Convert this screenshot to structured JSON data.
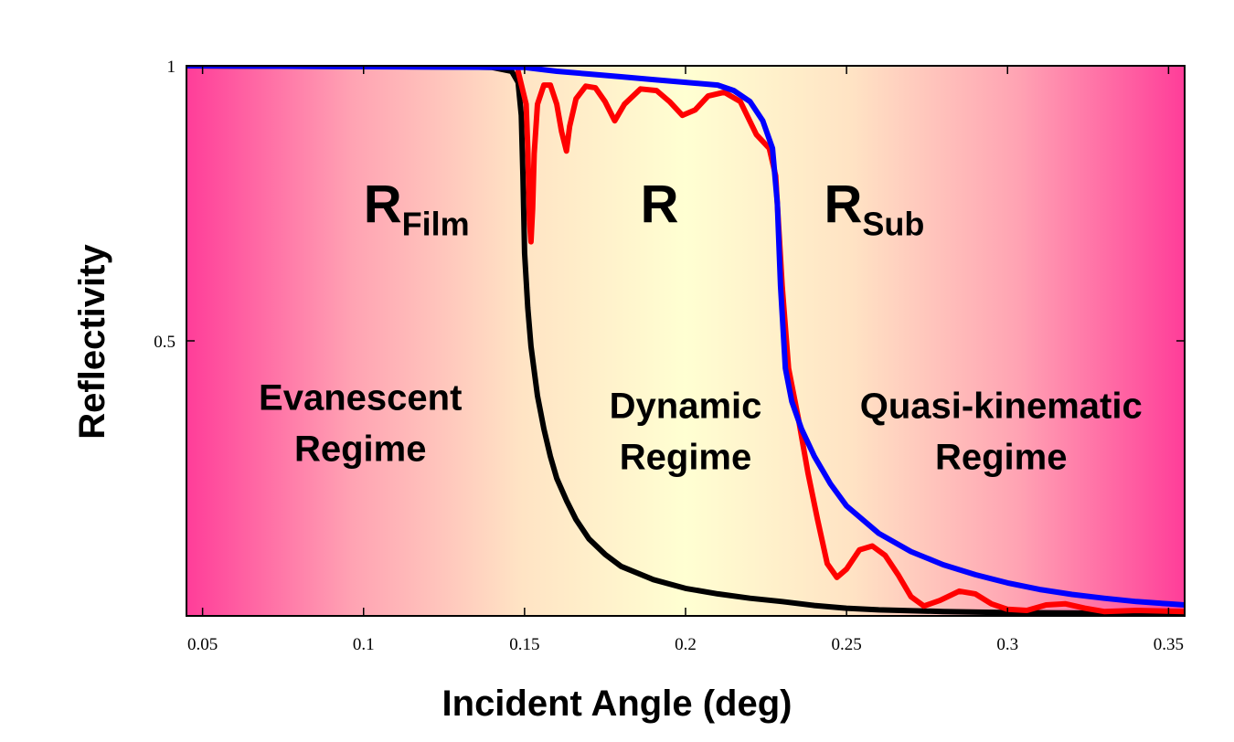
{
  "chart_data": {
    "type": "line",
    "xlabel": "Incident Angle (deg)",
    "ylabel": "Reflectivity",
    "xlim": [
      0.045,
      0.355
    ],
    "ylim": [
      0.0,
      1.0
    ],
    "x_ticks": [
      {
        "value": 0.05,
        "label": "0.05"
      },
      {
        "value": 0.1,
        "label": "0.1"
      },
      {
        "value": 0.15,
        "label": "0.15"
      },
      {
        "value": 0.2,
        "label": "0.2"
      },
      {
        "value": 0.25,
        "label": "0.25"
      },
      {
        "value": 0.3,
        "label": "0.3"
      },
      {
        "value": 0.35,
        "label": "0.35"
      }
    ],
    "y_ticks": [
      {
        "value": 0.5,
        "label": "0.5"
      },
      {
        "value": 1.0,
        "label": "1"
      }
    ],
    "background_gradient": [
      "#ff3d99",
      "#ffa3b3",
      "#ffe3c4",
      "#ffffd2",
      "#ffe3c4",
      "#ffa3b3",
      "#ff3d99"
    ],
    "regions": [
      {
        "lines": [
          "Evanescent",
          "Regime"
        ],
        "x": 0.099,
        "y": 0.375
      },
      {
        "lines": [
          "Dynamic",
          "Regime"
        ],
        "x": 0.2,
        "y": 0.36
      },
      {
        "lines": [
          "Quasi-kinematic",
          "Regime"
        ],
        "x": 0.298,
        "y": 0.36
      }
    ],
    "curve_labels": [
      {
        "main": "R",
        "sub": "Film",
        "x": 0.1,
        "y": 0.715
      },
      {
        "main": "R",
        "sub": "",
        "x": 0.186,
        "y": 0.715
      },
      {
        "main": "R",
        "sub": "Sub",
        "x": 0.243,
        "y": 0.715
      }
    ],
    "series": [
      {
        "color": "#000000",
        "points": [
          [
            0.045,
            1.0
          ],
          [
            0.13,
            0.998
          ],
          [
            0.14,
            0.997
          ],
          [
            0.146,
            0.99
          ],
          [
            0.148,
            0.97
          ],
          [
            0.149,
            0.91
          ],
          [
            0.1495,
            0.8
          ],
          [
            0.15,
            0.66
          ],
          [
            0.151,
            0.56
          ],
          [
            0.152,
            0.49
          ],
          [
            0.154,
            0.4
          ],
          [
            0.156,
            0.34
          ],
          [
            0.158,
            0.29
          ],
          [
            0.16,
            0.25
          ],
          [
            0.163,
            0.21
          ],
          [
            0.166,
            0.175
          ],
          [
            0.17,
            0.14
          ],
          [
            0.175,
            0.112
          ],
          [
            0.18,
            0.09
          ],
          [
            0.19,
            0.066
          ],
          [
            0.2,
            0.05
          ],
          [
            0.21,
            0.04
          ],
          [
            0.22,
            0.032
          ],
          [
            0.23,
            0.026
          ],
          [
            0.24,
            0.019
          ],
          [
            0.25,
            0.014
          ],
          [
            0.26,
            0.011
          ],
          [
            0.28,
            0.008
          ],
          [
            0.3,
            0.006
          ],
          [
            0.33,
            0.005
          ],
          [
            0.355,
            0.004
          ]
        ]
      },
      {
        "color": "#ff0000",
        "points": [
          [
            0.148,
            0.99
          ],
          [
            0.1505,
            0.93
          ],
          [
            0.151,
            0.85
          ],
          [
            0.1515,
            0.72
          ],
          [
            0.152,
            0.68
          ],
          [
            0.1525,
            0.74
          ],
          [
            0.153,
            0.84
          ],
          [
            0.154,
            0.93
          ],
          [
            0.156,
            0.965
          ],
          [
            0.158,
            0.965
          ],
          [
            0.16,
            0.93
          ],
          [
            0.1615,
            0.88
          ],
          [
            0.163,
            0.845
          ],
          [
            0.164,
            0.89
          ],
          [
            0.166,
            0.94
          ],
          [
            0.169,
            0.963
          ],
          [
            0.172,
            0.96
          ],
          [
            0.175,
            0.935
          ],
          [
            0.178,
            0.9
          ],
          [
            0.181,
            0.93
          ],
          [
            0.186,
            0.958
          ],
          [
            0.191,
            0.955
          ],
          [
            0.195,
            0.935
          ],
          [
            0.199,
            0.91
          ],
          [
            0.203,
            0.92
          ],
          [
            0.207,
            0.945
          ],
          [
            0.212,
            0.952
          ],
          [
            0.217,
            0.935
          ],
          [
            0.222,
            0.875
          ],
          [
            0.226,
            0.85
          ],
          [
            0.228,
            0.8
          ],
          [
            0.23,
            0.6
          ],
          [
            0.232,
            0.45
          ],
          [
            0.235,
            0.36
          ],
          [
            0.238,
            0.26
          ],
          [
            0.241,
            0.175
          ],
          [
            0.244,
            0.095
          ],
          [
            0.247,
            0.07
          ],
          [
            0.25,
            0.085
          ],
          [
            0.254,
            0.12
          ],
          [
            0.258,
            0.127
          ],
          [
            0.262,
            0.11
          ],
          [
            0.266,
            0.075
          ],
          [
            0.27,
            0.035
          ],
          [
            0.274,
            0.018
          ],
          [
            0.279,
            0.028
          ],
          [
            0.285,
            0.045
          ],
          [
            0.29,
            0.04
          ],
          [
            0.295,
            0.022
          ],
          [
            0.3,
            0.012
          ],
          [
            0.306,
            0.01
          ],
          [
            0.312,
            0.02
          ],
          [
            0.318,
            0.022
          ],
          [
            0.324,
            0.014
          ],
          [
            0.33,
            0.008
          ],
          [
            0.34,
            0.01
          ],
          [
            0.355,
            0.008
          ]
        ]
      },
      {
        "color": "#0000ff",
        "points": [
          [
            0.045,
            1.0
          ],
          [
            0.15,
            0.997
          ],
          [
            0.16,
            0.99
          ],
          [
            0.17,
            0.985
          ],
          [
            0.18,
            0.98
          ],
          [
            0.19,
            0.975
          ],
          [
            0.2,
            0.97
          ],
          [
            0.21,
            0.965
          ],
          [
            0.215,
            0.955
          ],
          [
            0.22,
            0.935
          ],
          [
            0.224,
            0.9
          ],
          [
            0.227,
            0.85
          ],
          [
            0.2285,
            0.75
          ],
          [
            0.2295,
            0.6
          ],
          [
            0.231,
            0.45
          ],
          [
            0.233,
            0.39
          ],
          [
            0.236,
            0.34
          ],
          [
            0.24,
            0.29
          ],
          [
            0.245,
            0.24
          ],
          [
            0.25,
            0.2
          ],
          [
            0.26,
            0.15
          ],
          [
            0.27,
            0.117
          ],
          [
            0.28,
            0.093
          ],
          [
            0.29,
            0.075
          ],
          [
            0.3,
            0.06
          ],
          [
            0.31,
            0.048
          ],
          [
            0.32,
            0.039
          ],
          [
            0.33,
            0.032
          ],
          [
            0.34,
            0.026
          ],
          [
            0.35,
            0.022
          ],
          [
            0.355,
            0.02
          ]
        ]
      }
    ]
  }
}
